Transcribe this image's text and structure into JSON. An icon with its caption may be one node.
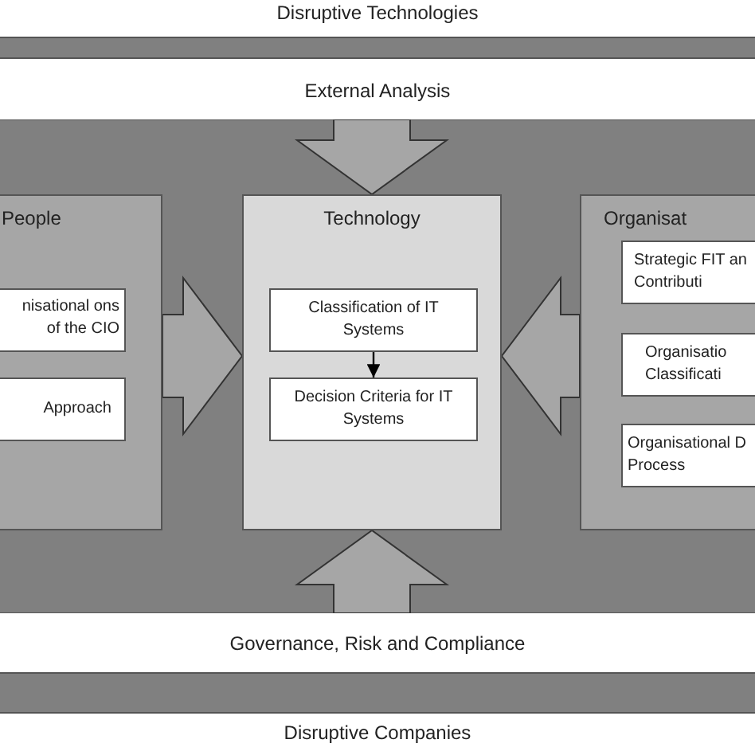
{
  "diagram": {
    "nodes": [
      {
        "text": [
          "External Analysis"
        ]
      },
      {
        "text": [
          "People"
        ]
      },
      {
        "text": [
          "nisational ons of the CIO"
        ],
        "in": 1
      },
      {
        "text": [
          "Approach"
        ],
        "in": 1
      },
      {
        "text": [
          "Technology"
        ]
      },
      {
        "text": [
          "Classification of IT Systems"
        ],
        "in": 4
      },
      {
        "text": [
          "Decision Criteria for IT Systems"
        ],
        "in": 4
      },
      {
        "text": [
          "Organisat"
        ]
      },
      {
        "text": [
          "Strategic FIT an Contributi"
        ],
        "in": 7
      },
      {
        "text": [
          "Organisatio Classificati"
        ],
        "in": 7
      },
      {
        "text": [
          "Organisational D Process"
        ],
        "in": 7
      },
      {
        "text": [
          "Governance, Risk and Compliance"
        ]
      },
      {
        "text": [],
        "shape": "bar"
      },
      {
        "text": [],
        "shape": "bar"
      }
    ],
    "edges": [
      {
        "from": 0,
        "to": 4,
        "arrow": "to"
      },
      {
        "from": 1,
        "to": 4,
        "arrow": "to"
      },
      {
        "from": 7,
        "to": 4,
        "arrow": "to"
      },
      {
        "from": 11,
        "to": 4,
        "arrow": "to"
      },
      {
        "from": 5,
        "to": 6,
        "arrow": "to"
      }
    ],
    "labels": [
      "Disruptive Technologies",
      "Disruptive Companies"
    ]
  }
}
